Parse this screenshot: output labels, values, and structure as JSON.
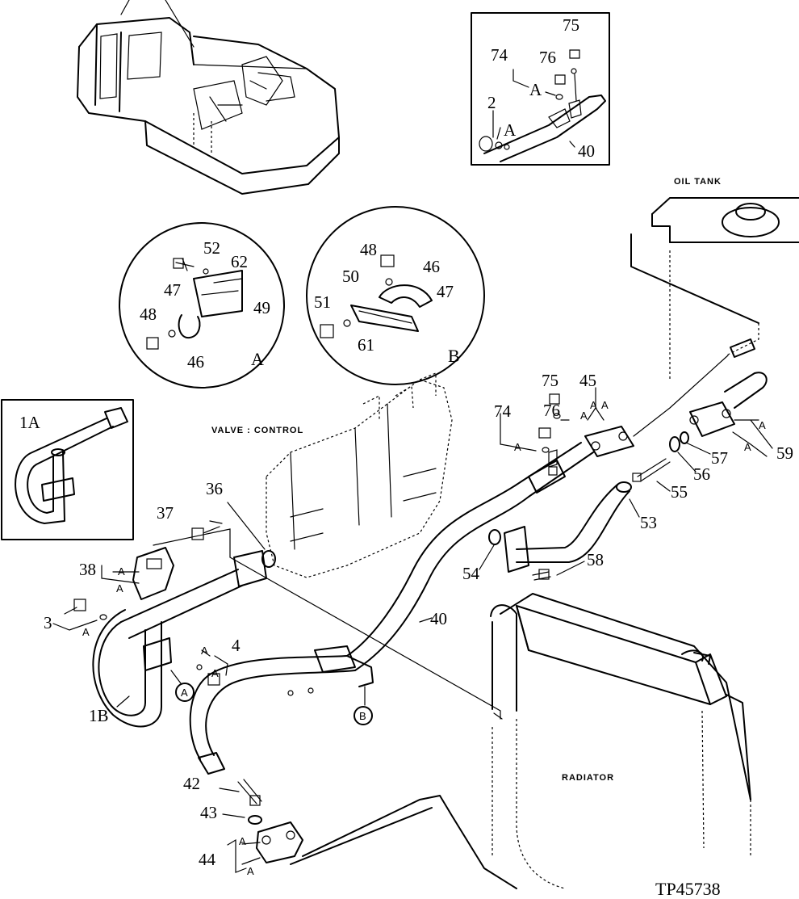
{
  "captions": {
    "oil_tank": "OIL TANK",
    "valve_control": "VALVE : CONTROL",
    "radiator": "RADIATOR",
    "figure_id": "TP45738"
  },
  "detail_letters": {
    "detail_a": "A",
    "detail_b": "B"
  },
  "ref_circles": {
    "a": "A",
    "b": "B"
  },
  "callouts": {
    "n75_top": "75",
    "n74_top": "74",
    "n76_top": "76",
    "n2": "2",
    "n40_top": "40",
    "n52": "52",
    "n62": "62",
    "n47a": "47",
    "n49": "49",
    "n48a": "48",
    "n46a": "46",
    "n48b": "48",
    "n46b": "46",
    "n50": "50",
    "n51": "51",
    "n47b": "47",
    "n61": "61",
    "n1a": "1A",
    "n1b": "1B",
    "n75": "75",
    "n45": "45",
    "n74": "74",
    "n76": "76",
    "n57": "57",
    "n59": "59",
    "n56": "56",
    "n55": "55",
    "n53": "53",
    "n36": "36",
    "n37": "37",
    "n38": "38",
    "n3": "3",
    "n4": "4",
    "n54": "54",
    "n58": "58",
    "n40": "40",
    "n42": "42",
    "n43": "43",
    "n44": "44"
  },
  "a_marker": "A"
}
